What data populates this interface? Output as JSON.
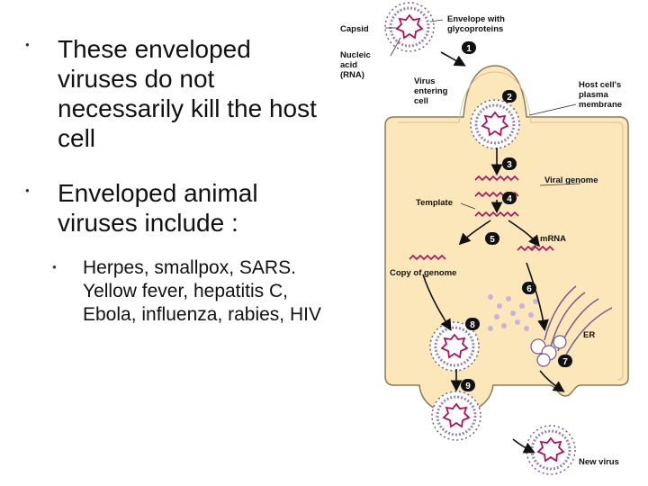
{
  "slide": {
    "bullets": [
      {
        "text": "These enveloped viruses do not necessarily kill the host cell",
        "level": 1
      },
      {
        "text": "Enveloped animal viruses include :",
        "level": 1
      },
      {
        "text": "Herpes, smallpox, SARS. Yellow fever, hepatitis C, Ebola, influenza, rabies, HIV",
        "level": 2
      }
    ]
  },
  "diagram": {
    "labels": {
      "capsid": "Capsid",
      "envelope_1": "Envelope with",
      "envelope_2": "glycoproteins",
      "nucleic_1": "Nucleic",
      "nucleic_2": "acid",
      "nucleic_3": "(RNA)",
      "virus_entering_1": "Virus",
      "virus_entering_2": "entering",
      "virus_entering_3": "cell",
      "host_membrane_1": "Host cell's",
      "host_membrane_2": "plasma",
      "host_membrane_3": "membrane",
      "viral_genome": "Viral genome",
      "template": "Template",
      "mrna": "mRNA",
      "copy_of_genome": "Copy of genome",
      "er": "ER",
      "new_virus": "New virus"
    },
    "steps": [
      "1",
      "2",
      "3",
      "4",
      "5",
      "6",
      "7",
      "8",
      "9"
    ],
    "colors": {
      "cell_fill": "#fbe7b9",
      "cell_stroke": "#8a7a5a",
      "virus_ring": "#7a5a8a",
      "rna": "#b0105a",
      "dots": "#c8b4d8",
      "step_badge": "#111111"
    }
  }
}
